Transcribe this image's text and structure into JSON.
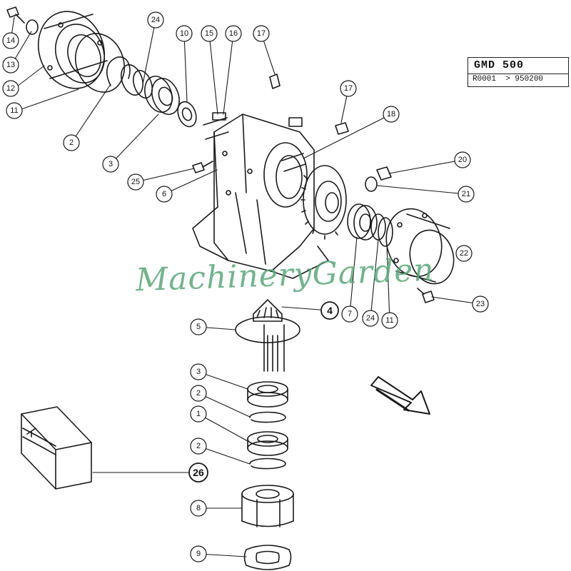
{
  "model": {
    "title": "GMD 500",
    "serial_range": "R0001  > 950200"
  },
  "watermark": "MachineryGarden",
  "callouts": [
    "14",
    "13",
    "12",
    "11",
    "2",
    "3",
    "24",
    "10",
    "15",
    "16",
    "17",
    "17",
    "18",
    "25",
    "6",
    "20",
    "21",
    "22",
    "23",
    "4",
    "7",
    "24",
    "11",
    "5",
    "3",
    "2",
    "1",
    "2",
    "26",
    "8",
    "9"
  ],
  "colors": {
    "line": "#1a1a1a",
    "watermark": "#5aa878"
  }
}
